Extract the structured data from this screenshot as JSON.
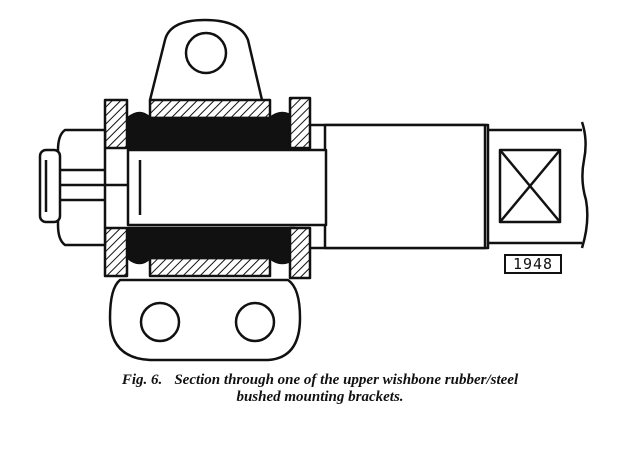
{
  "figure": {
    "reference_number": "1948",
    "caption": {
      "figure_label": "Fig. 6.",
      "line1": "Section through one of the upper wishbone rubber/steel",
      "line2": "bushed mounting brackets."
    }
  }
}
